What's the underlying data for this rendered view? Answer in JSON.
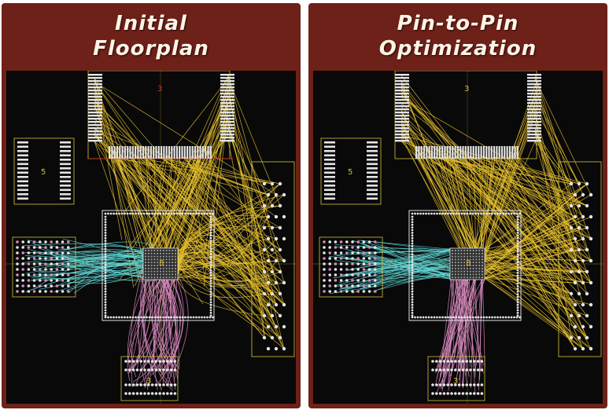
{
  "panels": [
    {
      "id": "initial",
      "title_lines": [
        "Initial",
        "Floorplan"
      ],
      "routing": "tangled"
    },
    {
      "id": "optimized",
      "title_lines": [
        "Pin-to-Pin",
        "Optimization"
      ],
      "routing": "straight"
    }
  ],
  "block_labels": {
    "top": "3",
    "left": "5",
    "center": "8",
    "bottom": "3"
  },
  "colors": {
    "panel_frame": "#6e2118",
    "title_text": "#fdf4e8",
    "canvas_bg": "#090909",
    "net_yellow": "#e8c12e",
    "net_cyan": "#5fd6d6",
    "net_pink": "#d98ac0",
    "block_outline": "#d8c23c",
    "pad_color": "#e4e4e4",
    "marker_red": "#c0392b"
  }
}
